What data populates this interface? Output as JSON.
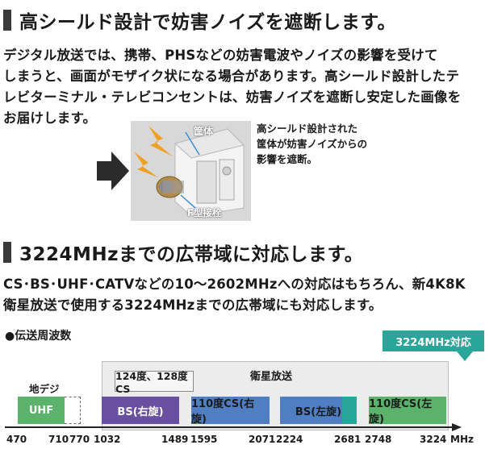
{
  "section1": {
    "title": "高シールド設計で妨害ノイズを遮断します。",
    "lines": [
      "デジタル放送では、携帯、PHSなどの妨害電波やノイズの影響を受けて",
      "しまうと、画面がモザイク状になる場合があります。高シールド設計したテ",
      "レビターミナル・テレビコンセントは、妨害ノイズを遮断し安定した画像を",
      "お届けします。"
    ],
    "image": {
      "label_housing": "筐体",
      "label_connector": "F型接栓"
    },
    "caption_lines": [
      "高シールド設計された",
      "筐体が妨害ノイズからの",
      "影響を遮断。"
    ]
  },
  "section2": {
    "title": "3224MHzまでの広帯域に対応します。",
    "lines": [
      "CS･BS･UHF･CATVなどの10〜2602MHzへの対応はもちろん、新4K8K",
      "衛星放送で使用する3224MHzまでの広帯域にも対応します。"
    ]
  },
  "freq_chart": {
    "title": "●伝送周波数",
    "badge": "3224MHz対応",
    "terrestrial_label": "地デジ",
    "satellite_label": "衛星放送",
    "old_cs_label": "124度、128度CS",
    "bands": [
      {
        "label": "UHF",
        "start": 470,
        "end": 710,
        "color": "#5bb36b"
      },
      {
        "label": "BS(右旋)",
        "start": 1032,
        "end": 1489,
        "color": "#6a4fa0"
      },
      {
        "label": "110度CS(右旋)",
        "start": 1595,
        "end": 2071,
        "color": "#4f7fc2"
      },
      {
        "label": "BS(左旋)",
        "start": 2224,
        "end": 2681,
        "color": "#4f7fc2"
      },
      {
        "label": "110度CS(左旋)",
        "start": 2748,
        "end": 3224,
        "color": "#5bb36b"
      }
    ],
    "ticks": [
      "470",
      "710",
      "770",
      "1032",
      "1489",
      "1595",
      "2071",
      "2224",
      "2681",
      "2748",
      "3224",
      "MHz"
    ],
    "accent": "#2aa59a"
  }
}
